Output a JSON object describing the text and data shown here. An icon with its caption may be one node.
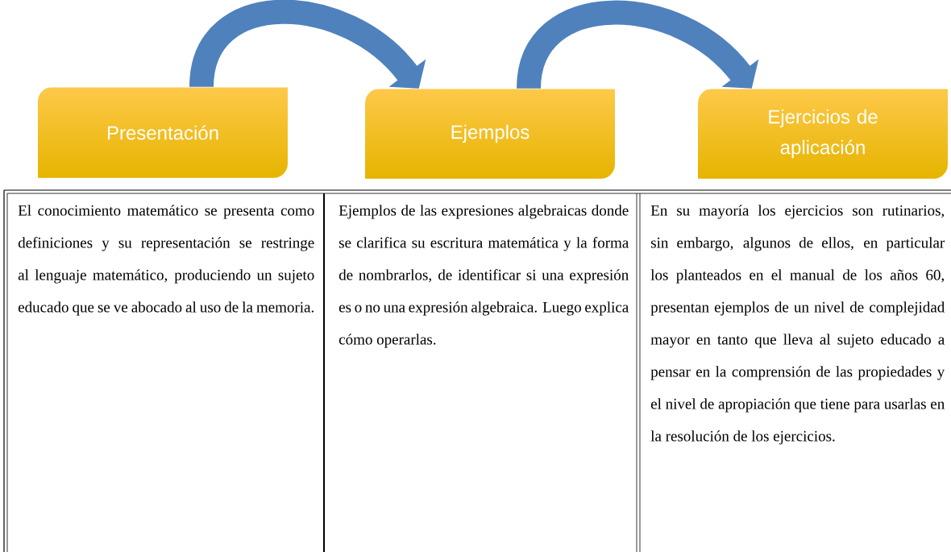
{
  "diagram": {
    "nodes": [
      {
        "text": [
          "Presentación"
        ]
      },
      {
        "text": [
          "Ejemplos"
        ]
      },
      {
        "text": [
          "Ejercicios de aplicación"
        ]
      }
    ],
    "edges": [
      {
        "from": 0,
        "to": 1,
        "arrow": "to"
      },
      {
        "from": 1,
        "to": 2,
        "arrow": "to"
      }
    ],
    "labels": [
      "El conocimiento matemático se presenta como definiciones y su representación se restringe al lenguaje matemático, produciendo un sujeto educado que se ve abocado al uso de la memoria.",
      "Ejemplos de las expresiones algebraicas donde se clarifica su escritura matemática y la forma de nombrarlos, de identificar si una expresión es o no una expresión algebraica. Luego explica cómo operarlas.",
      "En su mayoría los ejercicios son rutinarios, sin embargo, algunos de ellos, en particular los planteados en el manual de los años 60, presentan ejemplos de un nivel de complejidad mayor en tanto que lleva al sujeto educado a pensar en la comprensión de las propiedades y el nivel de apropiación que tiene para usarlas en la resolución de los ejercicios."
    ]
  }
}
